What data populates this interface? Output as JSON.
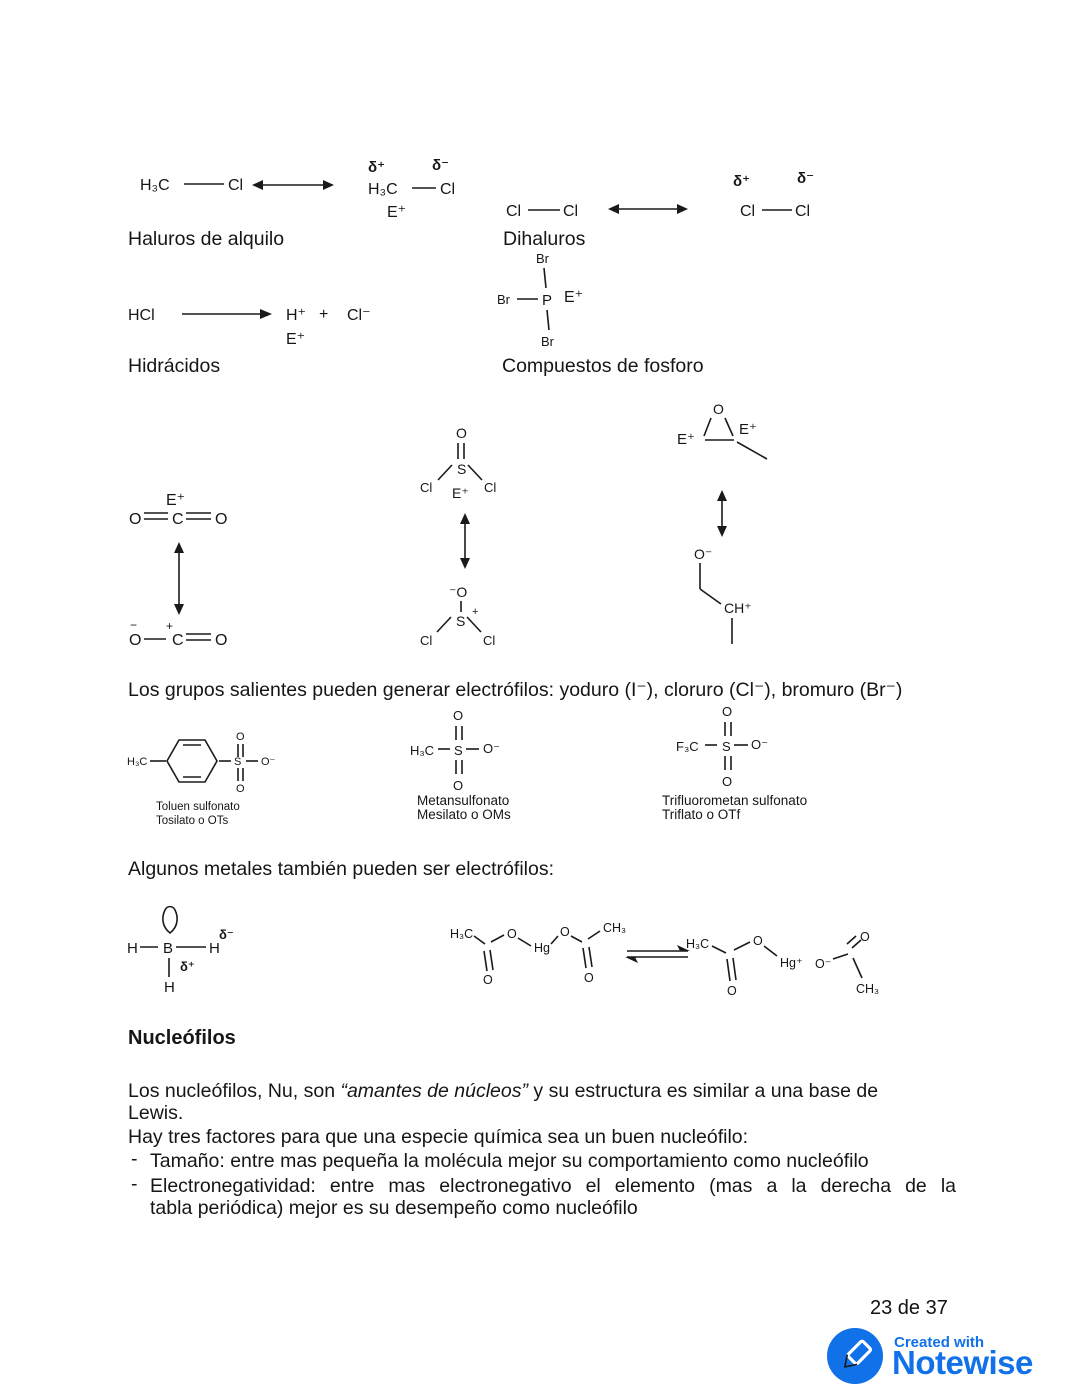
{
  "colors": {
    "brand": "#1171e9",
    "ink": "#161616"
  },
  "row1": {
    "left": {
      "a": "H₃C",
      "b": "Cl"
    },
    "right": {
      "dplus": "δ⁺",
      "dminus": "δ⁻",
      "a": "H₃C",
      "b": "Cl",
      "e": "E⁺"
    },
    "label": "Haluros de alquilo"
  },
  "row2": {
    "left": {
      "a": "Cl",
      "b": "Cl"
    },
    "right": {
      "dplus": "δ⁺",
      "dminus": "δ⁻",
      "a": "Cl",
      "b": "Cl"
    },
    "label": "Dihaluros"
  },
  "hydracids": {
    "reactant": "HCl",
    "h": "H⁺",
    "plus": "+",
    "cl": "Cl⁻",
    "e": "E⁺",
    "label": "Hidrácidos"
  },
  "phosphorus": {
    "br_top": "Br",
    "br_left": "Br",
    "p": "P",
    "e": "E⁺",
    "br_bottom": "Br",
    "label": "Compuestos de fosforo"
  },
  "co2": {
    "e": "E⁺",
    "o1": "O",
    "c1": "C",
    "o2": "O",
    "minus": "−",
    "o3": "O",
    "plus": "+",
    "c2": "C",
    "o4": "O"
  },
  "socl2": {
    "o1": "O",
    "s1": "S",
    "cl1": "Cl",
    "cl2": "Cl",
    "e": "E⁺",
    "o2": "⁻O",
    "s2": "S",
    "plus": "+",
    "cl3": "Cl",
    "cl4": "Cl"
  },
  "epoxide": {
    "o1": "O",
    "e1": "E⁺",
    "e2": "E⁺",
    "o2": "O⁻",
    "ch": "CH⁺"
  },
  "leaving_line": "Los grupos salientes pueden generar electrófilos: yoduro (I⁻), cloruro (Cl⁻), bromuro (Br⁻)",
  "tosylate": {
    "ch3": "H₃C",
    "s": "S",
    "o_top": "O",
    "o_bottom": "O",
    "o_minus": "O⁻",
    "name1": "Toluen sulfonato",
    "name2": "Tosilato o OTs"
  },
  "mesylate": {
    "ch3": "H₃C",
    "s": "S",
    "o_top": "O",
    "o_bottom": "O",
    "o_minus": "O⁻",
    "name1": "Metansulfonato",
    "name2": "Mesilato o OMs"
  },
  "triflate": {
    "cf3": "F₃C",
    "s": "S",
    "o_top": "O",
    "o_bottom": "O",
    "o_minus": "O⁻",
    "name1": "Trifluorometan sulfonato",
    "name2": "Triflato o OTf"
  },
  "metals_line": "Algunos metales también pueden ser electrófilos:",
  "borane": {
    "h1": "H",
    "b": "B",
    "h2": "H",
    "h3": "H",
    "dminus": "δ⁻",
    "dplus": "δ⁺"
  },
  "mercury": {
    "left": {
      "ch3a": "H₃C",
      "o_down1": "O",
      "o_up1": "O",
      "hg": "Hg",
      "o_up2": "O",
      "o_down2": "O",
      "ch3b": "CH₃"
    },
    "right": {
      "ch3": "H₃C",
      "o_down": "O",
      "o_up": "O",
      "hg": "Hg⁺"
    },
    "acetate": {
      "o_minus": "O⁻",
      "o": "O",
      "ch3": "CH₃"
    }
  },
  "nucleophiles": {
    "heading": "Nucleófilos",
    "p1_pre": "Los nucleófilos, Nu, son ",
    "p1_italic": "“amantes de núcleos”",
    "p1_post": " y su estructura es similar a una base de",
    "p1_line2": "Lewis.",
    "p2": "Hay tres factores para que una especie química sea un buen nucleófilo:",
    "bullet_glyph": "-",
    "b1": "Tamaño: entre mas pequeña la molécula mejor su comportamiento como nucleófilo",
    "b2_line1": "Electronegatividad: entre mas electronegativo el elemento (mas a la derecha de la",
    "b2_line2": "tabla periódica) mejor es su desempeño como nucleófilo"
  },
  "footer": {
    "page": "23 de 37",
    "created_with": "Created with",
    "brand": "Notewise"
  }
}
